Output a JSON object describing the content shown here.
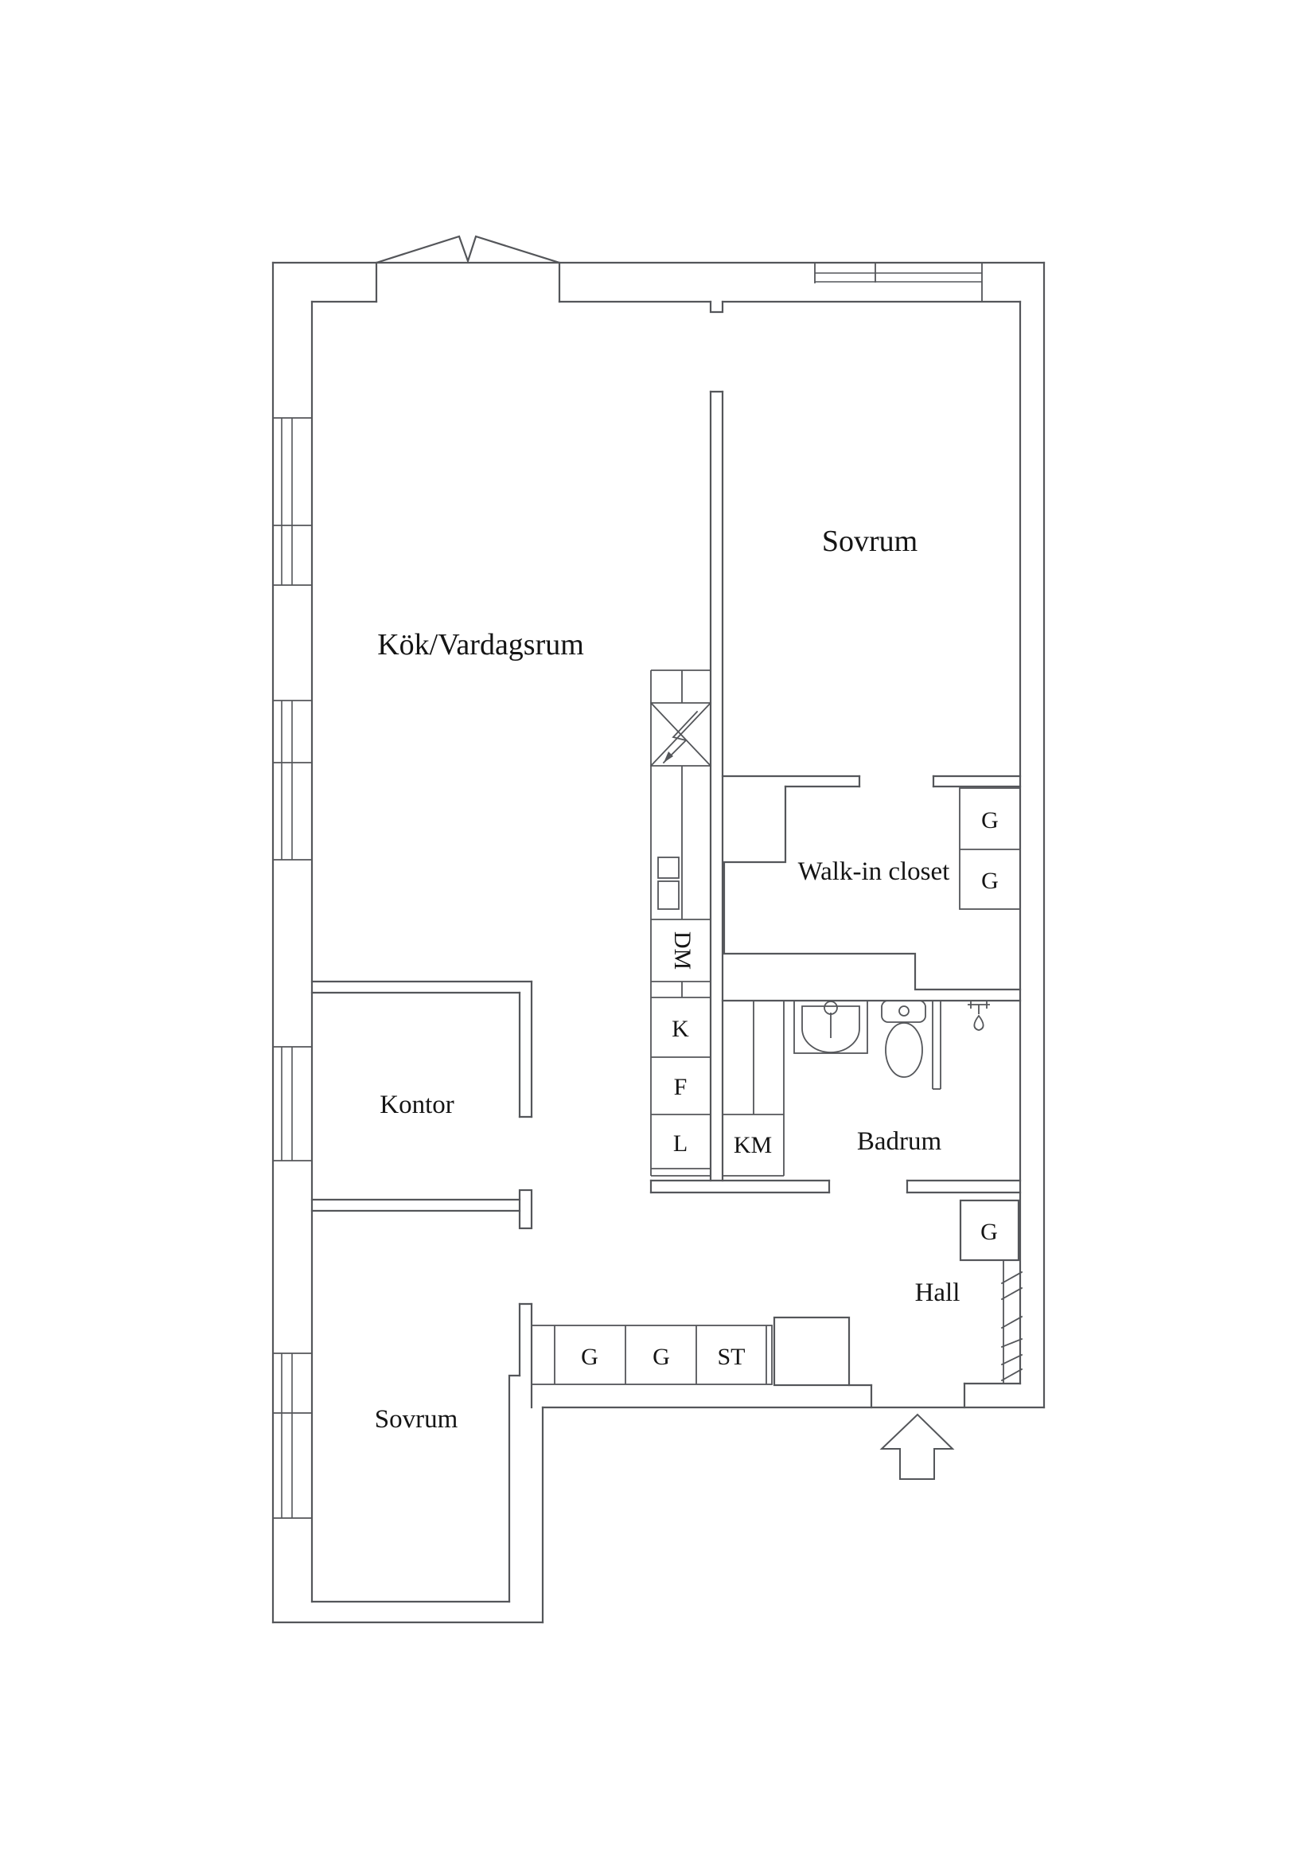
{
  "colors": {
    "background": "#ffffff",
    "wall_line": "#54565a",
    "text": "#151515"
  },
  "labels": {
    "kitchen_living": "Kök/Vardagsrum",
    "bedroom_top": "Sovrum",
    "walk_in_closet": "Walk-in closet",
    "office": "Kontor",
    "bathroom": "Badrum",
    "hall": "Hall",
    "bedroom_bottom": "Sovrum",
    "dishwasher": "DM",
    "fridge": "K",
    "freezer": "F",
    "pantry": "L",
    "washer": "KM",
    "closet_walkin_top": "G",
    "closet_walkin_bottom": "G",
    "closet_hall": "G",
    "closet_row_1": "G",
    "closet_row_2": "G",
    "cleaning_closet": "ST"
  }
}
